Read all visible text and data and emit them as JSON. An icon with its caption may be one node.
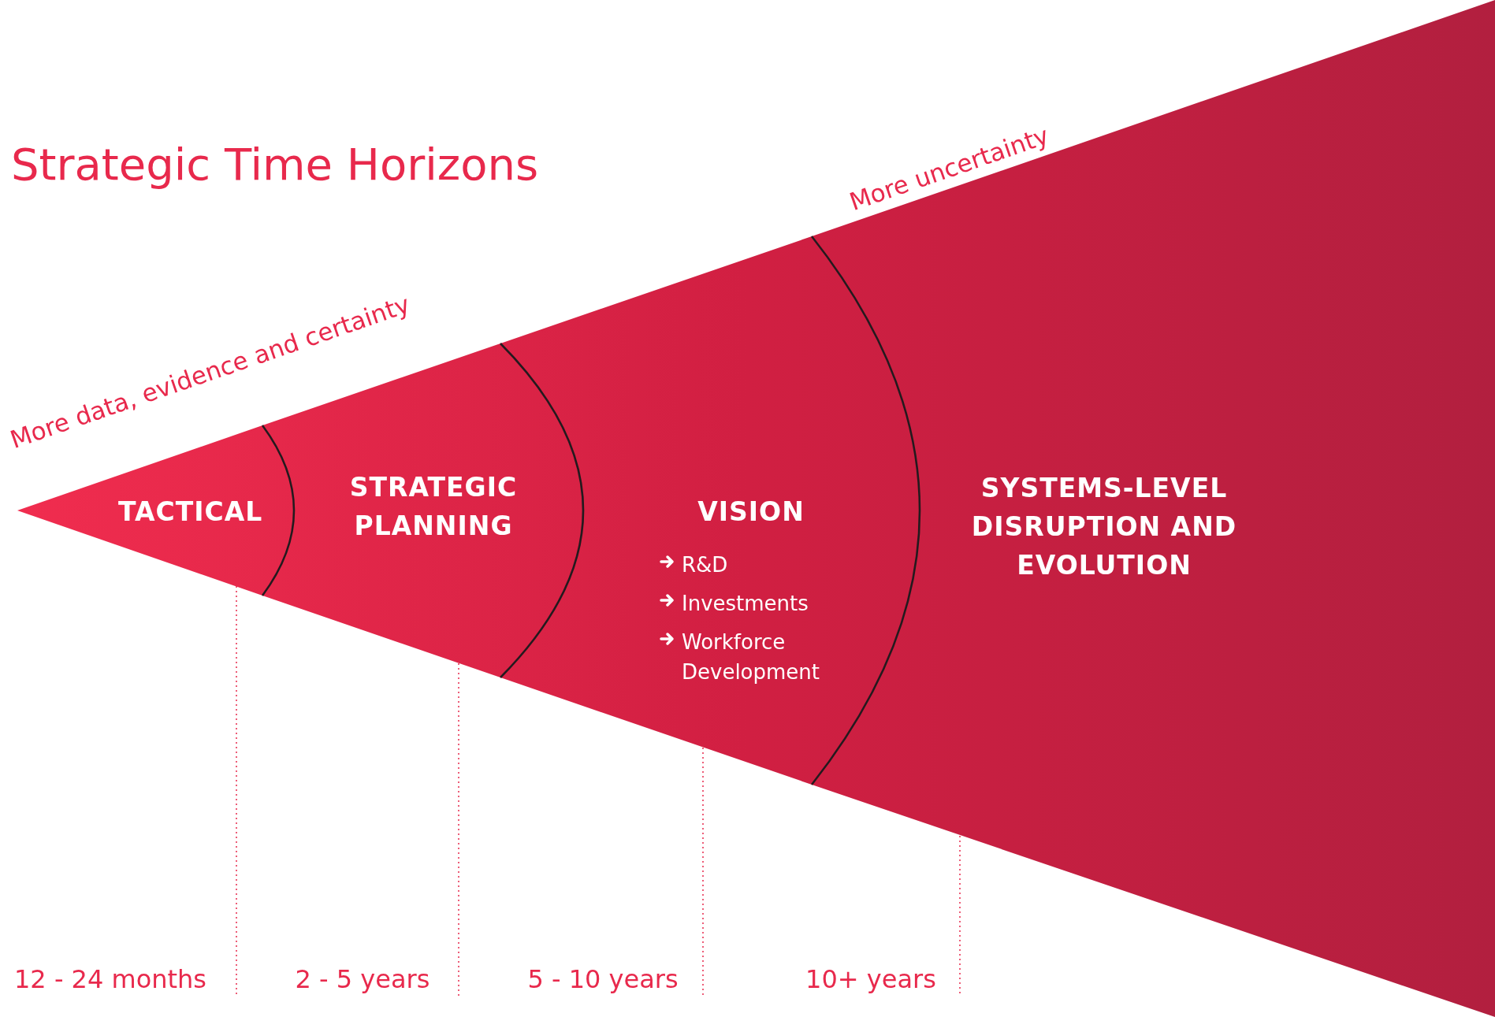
{
  "diagram": {
    "title": "Strategic Time Horizons",
    "nodes": [
      {
        "text": [
          "TACTICAL"
        ]
      },
      {
        "text": [
          "STRATEGIC PLANNING"
        ]
      },
      {
        "text": [
          "VISION",
          "R&D",
          "Investments",
          "Workforce Development"
        ]
      },
      {
        "text": [
          "SYSTEMS-LEVEL DISRUPTION AND EVOLUTION"
        ]
      }
    ],
    "labels": [
      "More data, evidence and certainty",
      "More uncertainty",
      "12 - 24 months",
      "2 - 5 years",
      "5 - 10 years",
      "10+ years"
    ]
  }
}
